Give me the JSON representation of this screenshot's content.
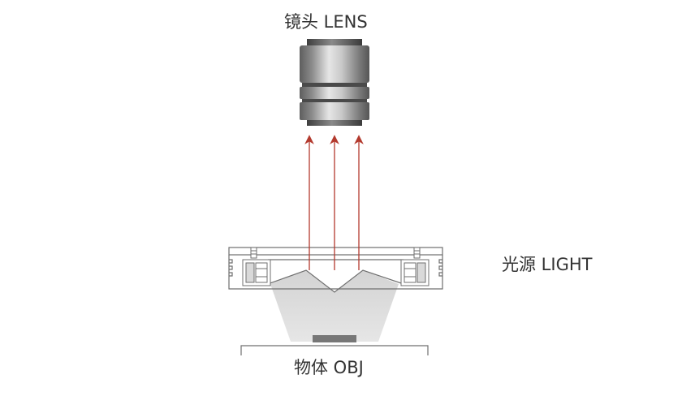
{
  "labels": {
    "lens": "镜头 LENS",
    "light": "光源 LIGHT",
    "object": "物体 OBJ"
  },
  "colors": {
    "ray": "#b33a2e",
    "lens_body": "#8a8a8a",
    "beam": "#d7d7d7",
    "object": "#777777",
    "outline": "#6f6f6f"
  }
}
